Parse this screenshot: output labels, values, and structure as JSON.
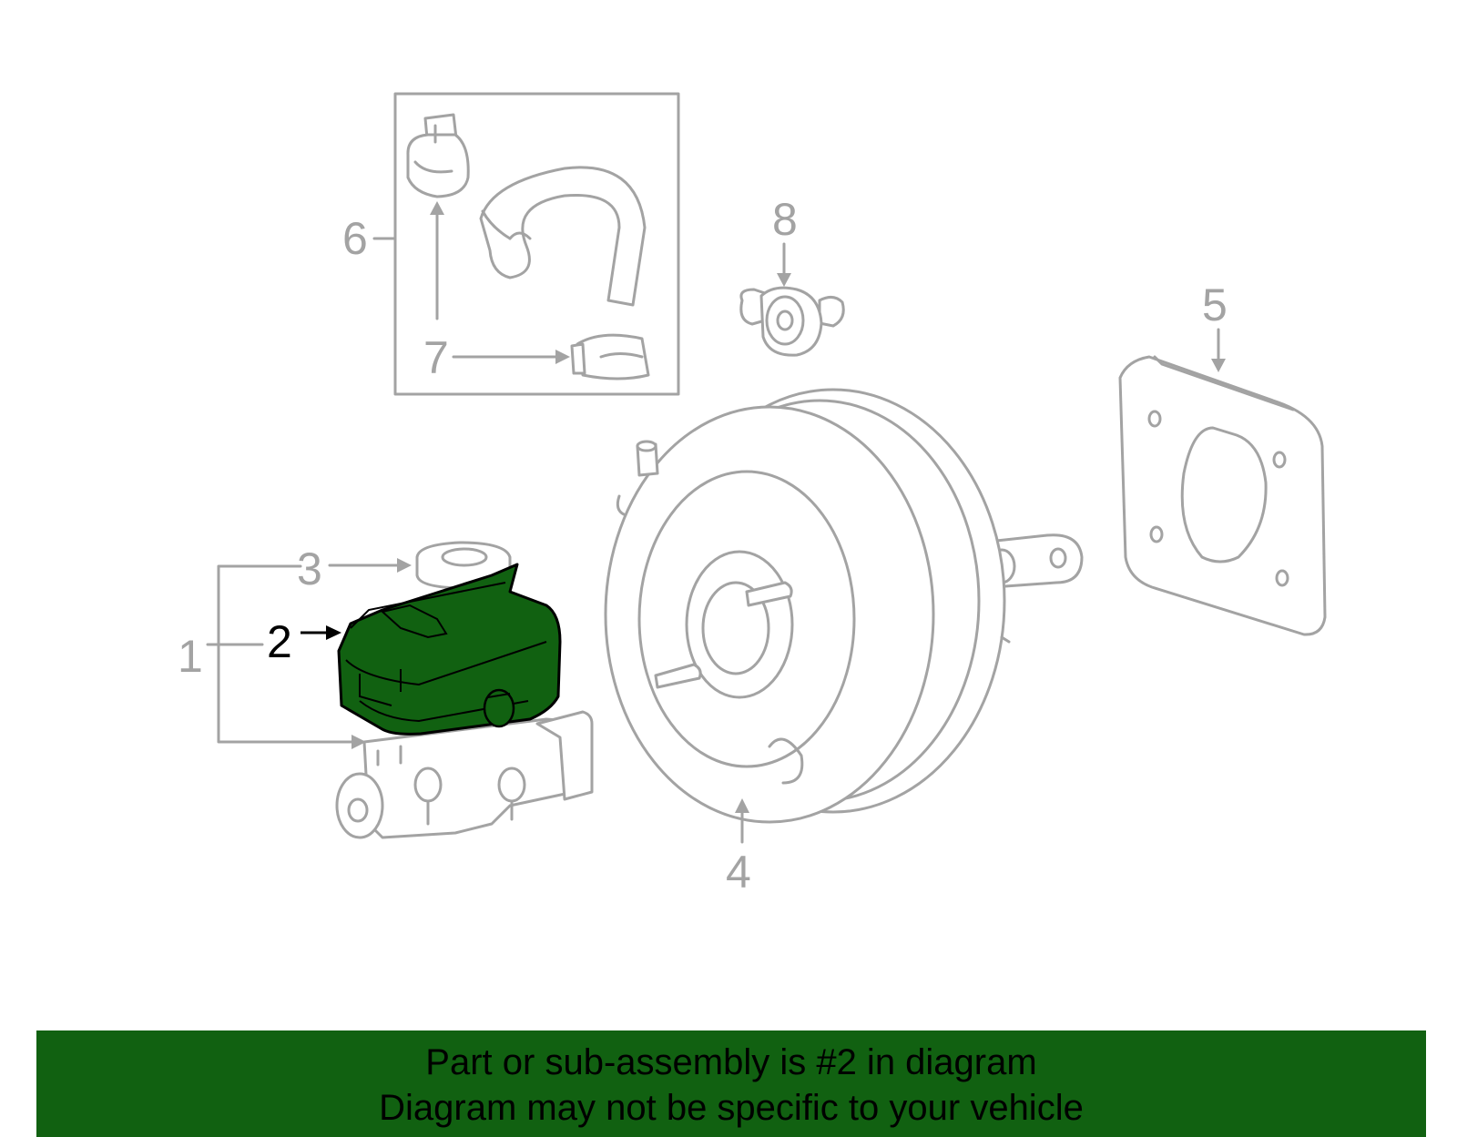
{
  "diagram": {
    "callouts": {
      "c1": "1",
      "c2": "2",
      "c3": "3",
      "c4": "4",
      "c5": "5",
      "c6": "6",
      "c7": "7",
      "c8": "8"
    },
    "highlighted_part": "2",
    "colors": {
      "highlight_fill": "#116111",
      "line": "#a3a3a3",
      "banner_background": "#116111"
    }
  },
  "banner": {
    "line1": "Part or sub-assembly is #2 in diagram",
    "line2": "Diagram may not be specific to your vehicle"
  }
}
